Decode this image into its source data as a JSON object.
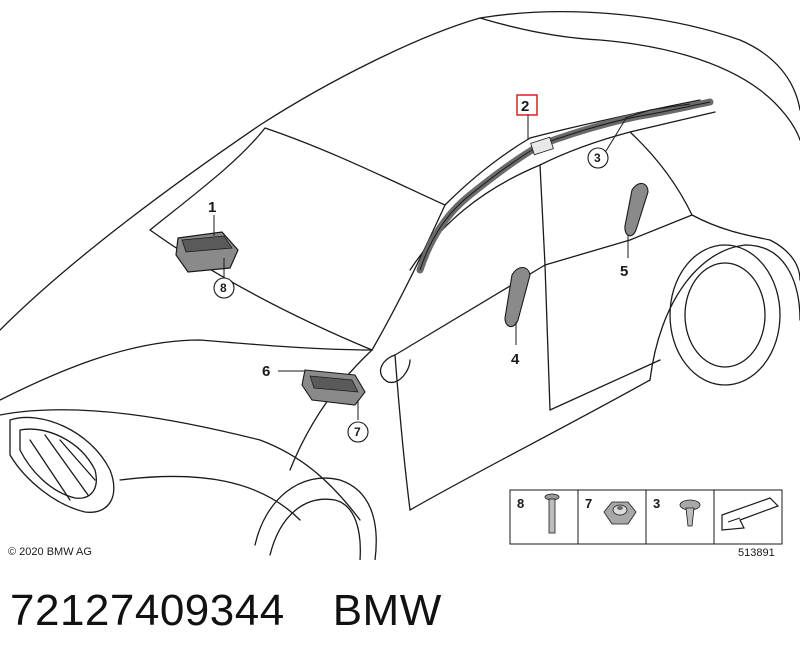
{
  "diagram": {
    "copyright": "© 2020 BMW AG",
    "reference_number": "513891",
    "callouts": {
      "c1": "1",
      "c2": "2",
      "c3": "3",
      "c4": "4",
      "c5": "5",
      "c6": "6",
      "c7": "7",
      "c8": "8"
    },
    "legend": {
      "items": [
        {
          "number": "8",
          "icon": "bolt-icon"
        },
        {
          "number": "7",
          "icon": "hex-nut-icon"
        },
        {
          "number": "3",
          "icon": "screw-icon"
        }
      ],
      "arrow_icon": "arrow-icon"
    },
    "colors": {
      "line": "#1a1a1a",
      "part_fill": "#8a8a8a",
      "highlight": "#d62020"
    }
  },
  "caption": {
    "part_number": "72127409344",
    "brand": "BMW"
  }
}
